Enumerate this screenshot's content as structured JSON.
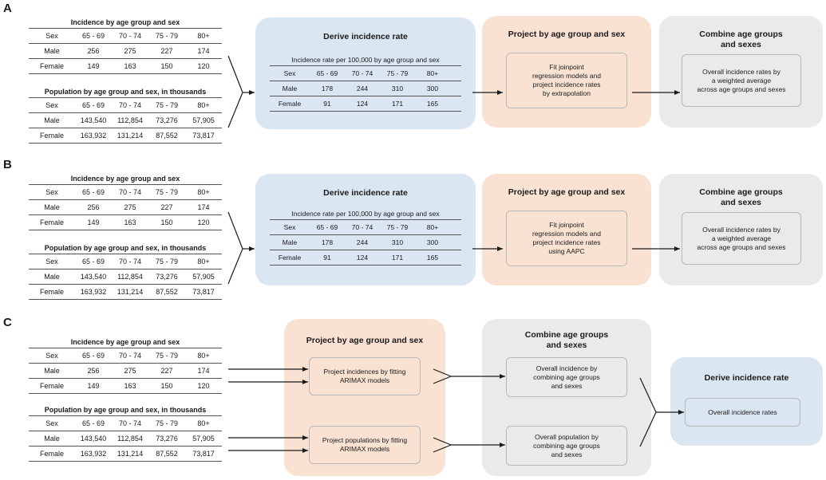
{
  "panels": [
    {
      "label": "A",
      "incidence_table": {
        "title": "Incidence by age group and sex",
        "header": [
          "Sex",
          "65 - 69",
          "70 - 74",
          "75 - 79",
          "80+"
        ],
        "rows": [
          [
            "Male",
            "256",
            "275",
            "227",
            "174"
          ],
          [
            "Female",
            "149",
            "163",
            "150",
            "120"
          ]
        ]
      },
      "population_table": {
        "title": "Population by age group and sex, in thousands",
        "header": [
          "Sex",
          "65 - 69",
          "70 - 74",
          "75 - 79",
          "80+"
        ],
        "rows": [
          [
            "Male",
            "143,540",
            "112,854",
            "73,276",
            "57,905"
          ],
          [
            "Female",
            "163,932",
            "131,214",
            "87,552",
            "73,817"
          ]
        ]
      },
      "derive": {
        "title": "Derive incidence rate",
        "table_caption": "Incidence rate per 100,000 by age group and sex",
        "header": [
          "Sex",
          "65 - 69",
          "70 - 74",
          "75 - 79",
          "80+"
        ],
        "rows": [
          [
            "Male",
            "178",
            "244",
            "310",
            "300"
          ],
          [
            "Female",
            "91",
            "124",
            "171",
            "165"
          ]
        ]
      },
      "project": {
        "title": "Project by age group and sex",
        "text": [
          "Fit joinpoint",
          "regression models and",
          "project incidence rates",
          "by extrapolation"
        ]
      },
      "combine": {
        "title": [
          "Combine age groups",
          "and sexes"
        ],
        "text": [
          "Overall incidence rates by",
          "a weighted average",
          "across age groups and sexes"
        ]
      }
    },
    {
      "label": "B",
      "incidence_table": {
        "title": "Incidence by age group and sex",
        "header": [
          "Sex",
          "65 - 69",
          "70 - 74",
          "75 - 79",
          "80+"
        ],
        "rows": [
          [
            "Male",
            "256",
            "275",
            "227",
            "174"
          ],
          [
            "Female",
            "149",
            "163",
            "150",
            "120"
          ]
        ]
      },
      "population_table": {
        "title": "Population by age group and sex, in thousands",
        "header": [
          "Sex",
          "65 - 69",
          "70 - 74",
          "75 - 79",
          "80+"
        ],
        "rows": [
          [
            "Male",
            "143,540",
            "112,854",
            "73,276",
            "57,905"
          ],
          [
            "Female",
            "163,932",
            "131,214",
            "87,552",
            "73,817"
          ]
        ]
      },
      "derive": {
        "title": "Derive incidence rate",
        "table_caption": "Incidence rate per 100,000 by age group and sex",
        "header": [
          "Sex",
          "65 - 69",
          "70 - 74",
          "75 - 79",
          "80+"
        ],
        "rows": [
          [
            "Male",
            "178",
            "244",
            "310",
            "300"
          ],
          [
            "Female",
            "91",
            "124",
            "171",
            "165"
          ]
        ]
      },
      "project": {
        "title": "Project by age group and sex",
        "text": [
          "Fit joinpoint",
          "regression models and",
          "project incidence rates",
          "using AAPC"
        ]
      },
      "combine": {
        "title": [
          "Combine age groups",
          "and sexes"
        ],
        "text": [
          "Overall incidence rates by",
          "a weighted average",
          "across age groups and sexes"
        ]
      }
    },
    {
      "label": "C",
      "incidence_table": {
        "title": "Incidence by age group and sex",
        "header": [
          "Sex",
          "65 - 69",
          "70 - 74",
          "75 - 79",
          "80+"
        ],
        "rows": [
          [
            "Male",
            "256",
            "275",
            "227",
            "174"
          ],
          [
            "Female",
            "149",
            "163",
            "150",
            "120"
          ]
        ]
      },
      "population_table": {
        "title": "Population by age group and sex, in thousands",
        "header": [
          "Sex",
          "65 - 69",
          "70 - 74",
          "75 - 79",
          "80+"
        ],
        "rows": [
          [
            "Male",
            "143,540",
            "112,854",
            "73,276",
            "57,905"
          ],
          [
            "Female",
            "163,932",
            "131,214",
            "87,552",
            "73,817"
          ]
        ]
      },
      "project": {
        "title": "Project by age group and sex",
        "incidence_text": [
          "Project incidences by fitting",
          "ARIMAX models"
        ],
        "population_text": [
          "Project populations by fitting",
          "ARIMAX models"
        ]
      },
      "combine": {
        "title": [
          "Combine age groups",
          "and sexes"
        ],
        "incidence_text": [
          "Overall incidence by",
          "combining age groups",
          "and sexes"
        ],
        "population_text": [
          "Overall population by",
          "combining age groups",
          "and sexes"
        ]
      },
      "derive": {
        "title": "Derive incidence rate",
        "text": "Overall incidence rates"
      }
    }
  ],
  "colors": {
    "derive_box": "#dbe6f3",
    "project_box": "#fae2d3",
    "combine_box": "#eaeaea",
    "lines": "#1a1a1a"
  }
}
